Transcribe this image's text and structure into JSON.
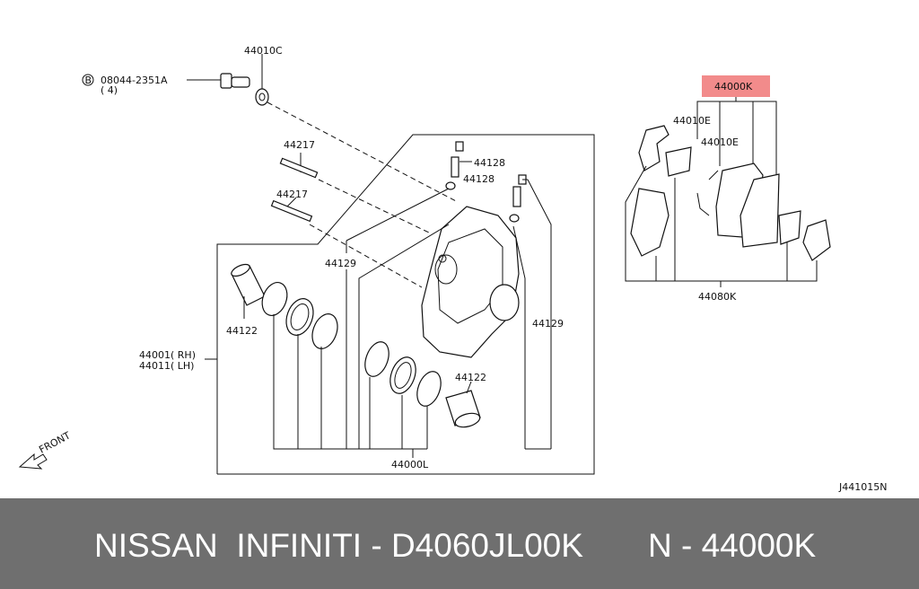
{
  "diagram": {
    "code": "J441015N",
    "front_label": "FRONT",
    "labels": {
      "bolt": "08044-2351A",
      "bolt_qty": "( 4)",
      "bolt_marker": "B",
      "washer": "44010C",
      "pin_upper": "44217",
      "pin_lower": "44217",
      "bleeder_upper": "44128",
      "bleeder_lower": "44128",
      "cap_left": "44129",
      "cap_right": "44129",
      "piston_left": "44122",
      "piston_right": "44122",
      "caliper_rh": "44001( RH)",
      "caliper_lh": "44011( LH)",
      "seal_kit": "44000L",
      "pad_kit": "44000K",
      "spring_upper": "44010E",
      "spring_lower": "44010E",
      "hardware_kit": "44080K"
    },
    "highlight_color": "#f28b8b"
  },
  "footer": {
    "brand": "NISSAN  INFINITI - D4060JL00K",
    "part": "N - 44000K",
    "background": "#6f6f6f"
  }
}
